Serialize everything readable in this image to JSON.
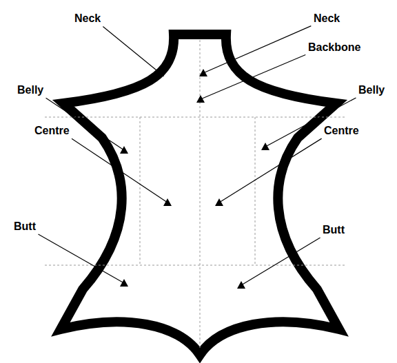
{
  "diagram": {
    "labels": [
      "Neck",
      "Neck",
      "Backbone",
      "Belly",
      "Belly",
      "Centre",
      "Centre",
      "Butt",
      "Butt"
    ]
  }
}
